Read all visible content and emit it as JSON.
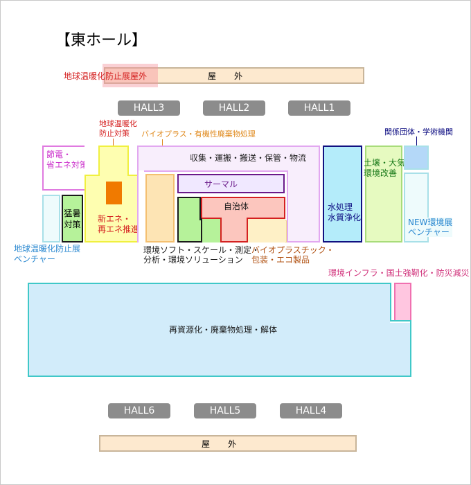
{
  "title": "【東ホール】",
  "outside": {
    "top": "屋外",
    "bottom": "屋外"
  },
  "halls": {
    "h1": "HALL1",
    "h2": "HALL2",
    "h3": "HALL3",
    "h4": "HALL4",
    "h5": "HALL5",
    "h6": "HALL6"
  },
  "labels": {
    "global_warming_outdoor": "地球温暖化防止展屋外",
    "global_warming_prevention": [
      "地球温暖化",
      "防止対策"
    ],
    "bioplastic_waste": "バイオプラス・有機性廃棄物処理",
    "association": "関係団体・学術機関",
    "energy_saving": [
      "節電・",
      "省エネ対策"
    ],
    "gw_venture": [
      "地球温暖化防止展",
      "ベンチャー"
    ],
    "env_software": [
      "環境ソフト・スケール・測定・",
      "分析・環境ソリューション"
    ],
    "bioplastic_products": [
      "バイオプラスチック・",
      "包装・エコ製品"
    ],
    "new_env_venture": [
      "NEW環境展",
      "ベンチャー"
    ],
    "env_infra": "環境インフラ・国土強靭化・防災減災"
  },
  "zones": {
    "collection": "収集・運搬・搬送・保管・物流",
    "thermal": "サーマル",
    "municipality": "自治体",
    "extreme_heat": [
      "猛暑",
      "対策"
    ],
    "new_energy": [
      "新エネ・",
      "再エネ推進"
    ],
    "water": [
      "水処理",
      "水質浄化"
    ],
    "soil": [
      "土壌・大気・",
      "環境改善"
    ],
    "recycling": "再資源化・廃棄物処理・解体"
  },
  "colors": {
    "magenta": "#cc33cc",
    "orange": "#e08a1e",
    "red": "#d42020",
    "navy": "#0a0a80",
    "green": "#1a7a1a",
    "blue": "#2a88d0",
    "pink": "#d0307a",
    "brown": "#b05010"
  }
}
